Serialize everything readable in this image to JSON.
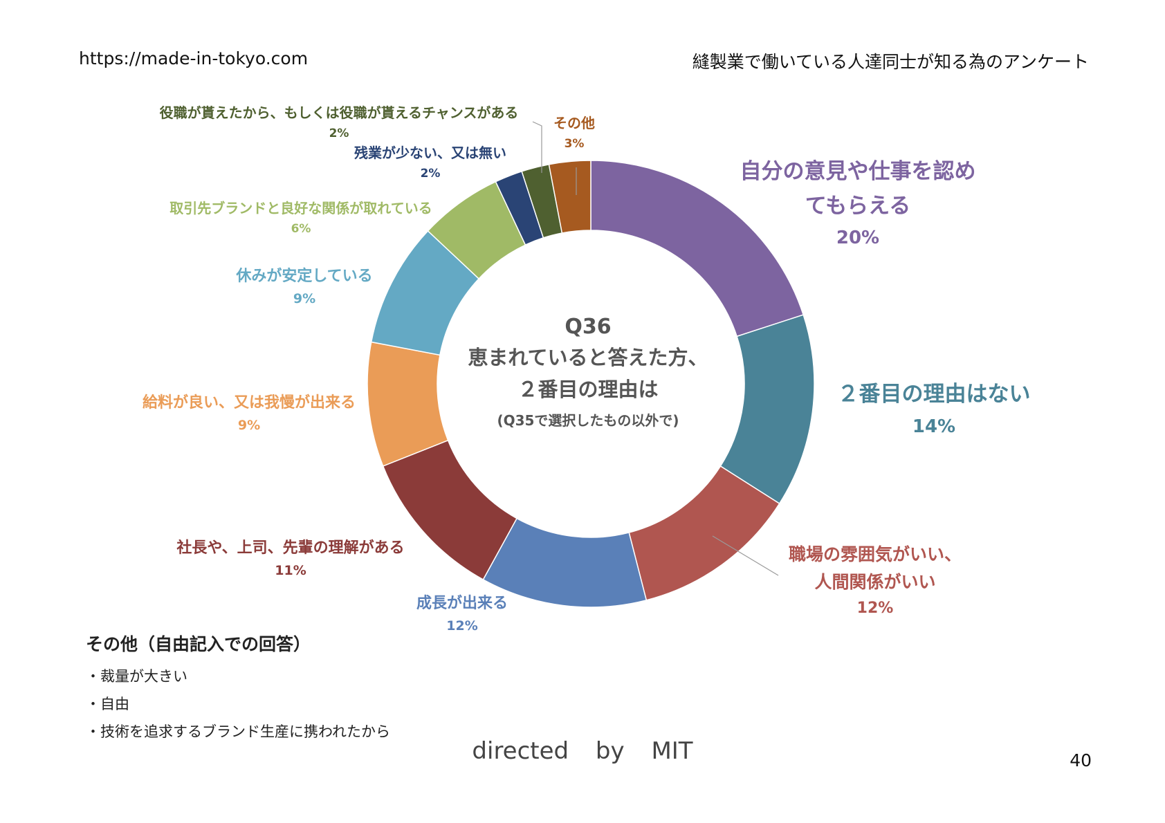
{
  "header": {
    "left": "https://made-in-tokyo.com",
    "right": "縫製業で働いている人達同士が知る為のアンケート"
  },
  "center": {
    "question": "Q36",
    "line1": "恵まれていると答えた方、",
    "line2": "２番目の理由は",
    "note": "(Q35で選択したもの以外で)"
  },
  "chart_data": {
    "type": "pie",
    "donut": true,
    "legend": "none",
    "slices": [
      {
        "label": "自分の意見や仕事を認めてもらえる",
        "label_lines": [
          "自分の意見や仕事を認め",
          "てもらえる"
        ],
        "value": 20,
        "value_label": "20%",
        "color": "#7D64A0"
      },
      {
        "label": "２番目の理由はない",
        "label_lines": [
          "２番目の理由はない"
        ],
        "value": 14,
        "value_label": "14%",
        "color": "#4A8397"
      },
      {
        "label": "職場の雰囲気がいい、人間関係がいい",
        "label_lines": [
          "職場の雰囲気がいい、",
          "人間関係がいい"
        ],
        "value": 12,
        "value_label": "12%",
        "color": "#B05650"
      },
      {
        "label": "成長が出来る",
        "label_lines": [
          "成長が出来る"
        ],
        "value": 12,
        "value_label": "12%",
        "color": "#5A80B8"
      },
      {
        "label": "社長や、上司、先輩の理解がある",
        "label_lines": [
          "社長や、上司、先輩の理解がある"
        ],
        "value": 11,
        "value_label": "11%",
        "color": "#8B3B39"
      },
      {
        "label": "給料が良い、又は我慢が出来る",
        "label_lines": [
          "給料が良い、又は我慢が出来る"
        ],
        "value": 9,
        "value_label": "9%",
        "color": "#EA9C57"
      },
      {
        "label": "休みが安定している",
        "label_lines": [
          "休みが安定している"
        ],
        "value": 9,
        "value_label": "9%",
        "color": "#64A9C4"
      },
      {
        "label": "取引先ブランドと良好な関係が取れている",
        "label_lines": [
          "取引先ブランドと良好な関係が取れている"
        ],
        "value": 6,
        "value_label": "6%",
        "color": "#A0BA66"
      },
      {
        "label": "残業が少ない、又は無い",
        "label_lines": [
          "残業が少ない、又は無い"
        ],
        "value": 2,
        "value_label": "2%",
        "color": "#2A4475"
      },
      {
        "label": "役職が貰えたから、もしくは役職が貰えるチャンスがある",
        "label_lines": [
          "役職が貰えたから、もしくは役職が貰えるチャンスがある"
        ],
        "value": 2,
        "value_label": "2%",
        "color": "#4F6030"
      },
      {
        "label": "その他",
        "label_lines": [
          "その他"
        ],
        "value": 3,
        "value_label": "3%",
        "color": "#A65A20"
      }
    ]
  },
  "notes": {
    "title": "その他（自由記入での回答）",
    "items": [
      "・裁量が大きい",
      "・自由",
      "・技術を追求するブランド生産に携われたから"
    ]
  },
  "footer": "directed by MIT",
  "page_number": "40"
}
